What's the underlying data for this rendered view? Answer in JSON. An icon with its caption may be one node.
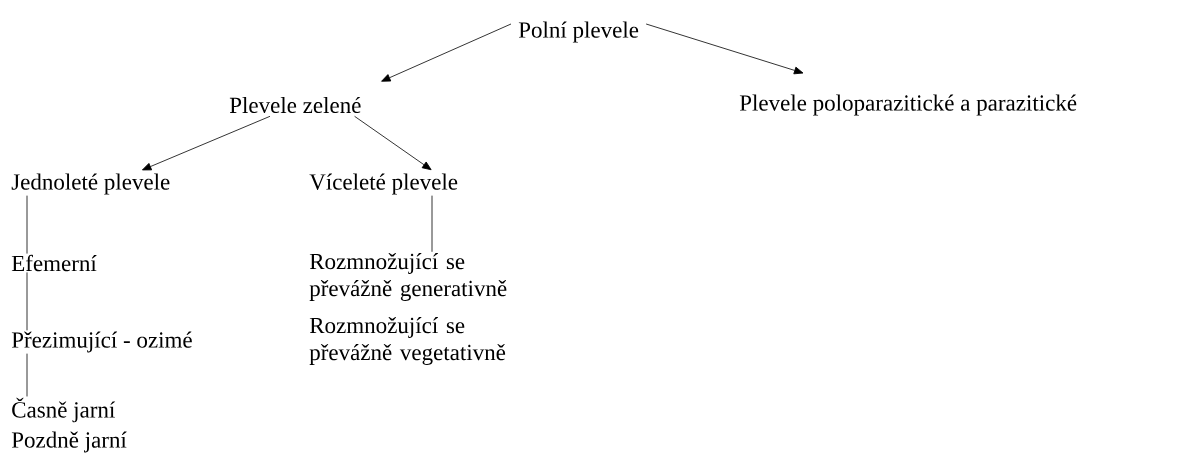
{
  "diagram": {
    "nodes": [
      {
        "text": [
          "Polní plevele"
        ]
      },
      {
        "text": [
          "Plevele zelené"
        ]
      },
      {
        "text": [
          "Plevele poloparazitické a parazitické"
        ]
      },
      {
        "text": [
          "Jednoleté plevele"
        ]
      },
      {
        "text": [
          "Víceleté plevele"
        ]
      },
      {
        "text": [
          "Efemerní"
        ]
      },
      {
        "text": [
          "Přezimující - ozimé"
        ]
      },
      {
        "text": [
          "Časně jarní"
        ]
      },
      {
        "text": [
          "Pozdně jarní"
        ]
      },
      {
        "text": [
          "Rozmnožující se převážně generativně"
        ]
      },
      {
        "text": [
          "Rozmnožující se převážně vegetativně"
        ]
      }
    ],
    "edges": [
      {
        "from": 0,
        "to": 1,
        "arrow": "to"
      },
      {
        "from": 0,
        "to": 2,
        "arrow": "to"
      },
      {
        "from": 1,
        "to": 3,
        "arrow": "to"
      },
      {
        "from": 1,
        "to": 4,
        "arrow": "to"
      },
      {
        "from": 3,
        "to": 5,
        "arrow": "none"
      },
      {
        "from": 5,
        "to": 6,
        "arrow": "none"
      },
      {
        "from": 6,
        "to": 7,
        "arrow": "none"
      },
      {
        "from": 4,
        "to": 9,
        "arrow": "none"
      }
    ]
  }
}
